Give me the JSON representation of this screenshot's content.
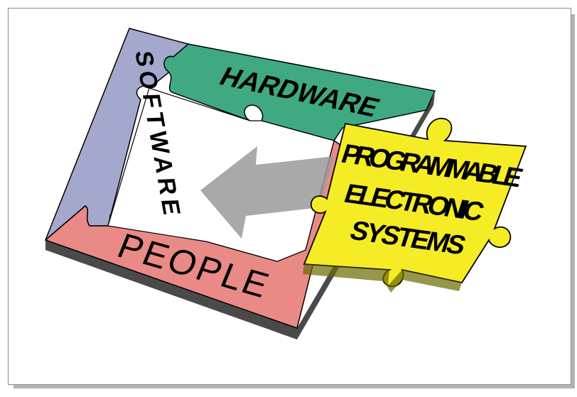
{
  "pieces": {
    "software": {
      "label": "SOFTWARE",
      "color": "#a3a8cc"
    },
    "hardware": {
      "label": "HARDWARE",
      "color": "#3faa82"
    },
    "people": {
      "label": "PEOPLE",
      "color": "#ea8a87"
    },
    "programmable": {
      "line1": "PROGRAMMABLE",
      "line2": "ELECTRONIC",
      "line3": "SYSTEMS",
      "color": "#f5ec25"
    }
  },
  "arrow_color": "#9a9a9a"
}
